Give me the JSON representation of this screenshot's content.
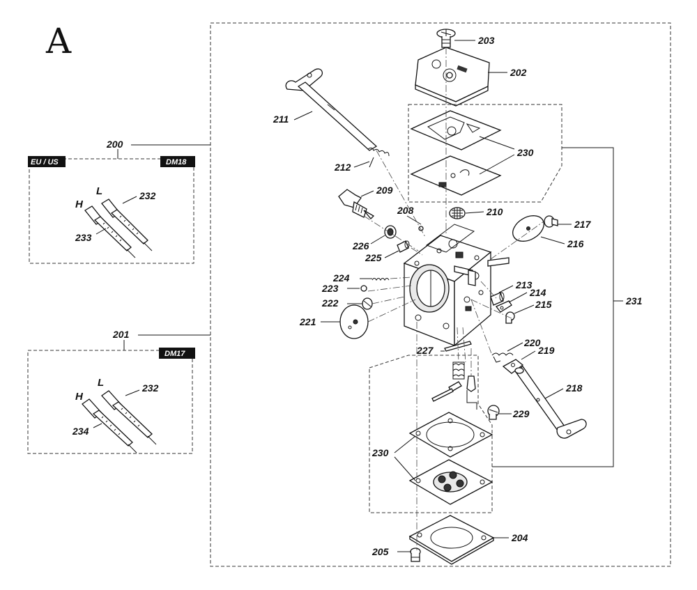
{
  "section_letter": "A",
  "groups": {
    "kit_200": {
      "number": "200",
      "badge_left": "EU / US",
      "badge_right": "DM18",
      "needle_l": "L",
      "needle_h": "H",
      "part_a": "232",
      "part_b": "233"
    },
    "kit_201": {
      "number": "201",
      "badge_right": "DM17",
      "needle_l": "L",
      "needle_h": "H",
      "part_a": "232",
      "part_b": "234"
    }
  },
  "labels": {
    "p203": "203",
    "p202": "202",
    "p211": "211",
    "p230_top": "230",
    "p212": "212",
    "p209": "209",
    "p208": "208",
    "p210": "210",
    "p217": "217",
    "p216": "216",
    "p226": "226",
    "p225": "225",
    "p224": "224",
    "p223": "223",
    "p222": "222",
    "p221": "221",
    "p213": "213",
    "p214": "214",
    "p215": "215",
    "p231": "231",
    "p227": "227",
    "p220": "220",
    "p219": "219",
    "p218": "218",
    "p229": "229",
    "p230_bottom": "230",
    "p204": "204",
    "p205": "205"
  }
}
